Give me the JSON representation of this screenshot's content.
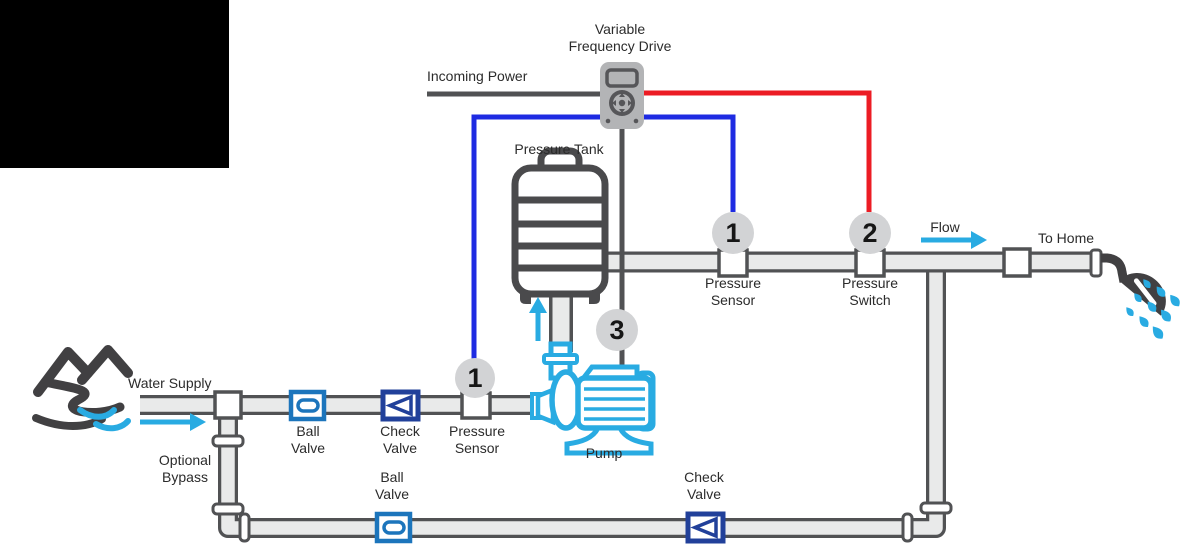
{
  "diagram": {
    "labels": {
      "variable_frequency_drive": "Variable\nFrequency Drive",
      "incoming_power": "Incoming Power",
      "pressure_tank": "Pressure Tank",
      "water_supply": "Water Supply",
      "optional_bypass": "Optional\nBypass",
      "flow": "Flow",
      "to_home": "To Home",
      "pump": "Pump",
      "ball_valve": "Ball\nValve",
      "check_valve": "Check\nValve",
      "pressure_sensor": "Pressure\nSensor",
      "pressure_switch": "Pressure\nSwitch"
    },
    "badges": {
      "supply_sensor": "1",
      "line_sensor": "1",
      "pressure_switch": "2",
      "pump_wire": "3"
    },
    "icons": {
      "water_supply": "mountain-stream-icon",
      "to_home": "shower-head-icon",
      "pump": "centrifugal-pump-icon",
      "vfd": "vfd-controller-icon",
      "tank": "pressure-tank-icon",
      "flow_arrows": "blue-flow-arrow-icon"
    },
    "colors": {
      "pipe_fill": "#e9eaea",
      "pipe_stroke": "#515254",
      "dark_icon": "#414042",
      "cyan": "#29abe2",
      "wire_blue": "#1e2be2",
      "wire_red": "#ec1c24",
      "valve_blue": "#1c75bc",
      "valve_navy": "#21409a",
      "badge_bg": "#d2d3d5",
      "text": "#2b2b2b"
    }
  }
}
